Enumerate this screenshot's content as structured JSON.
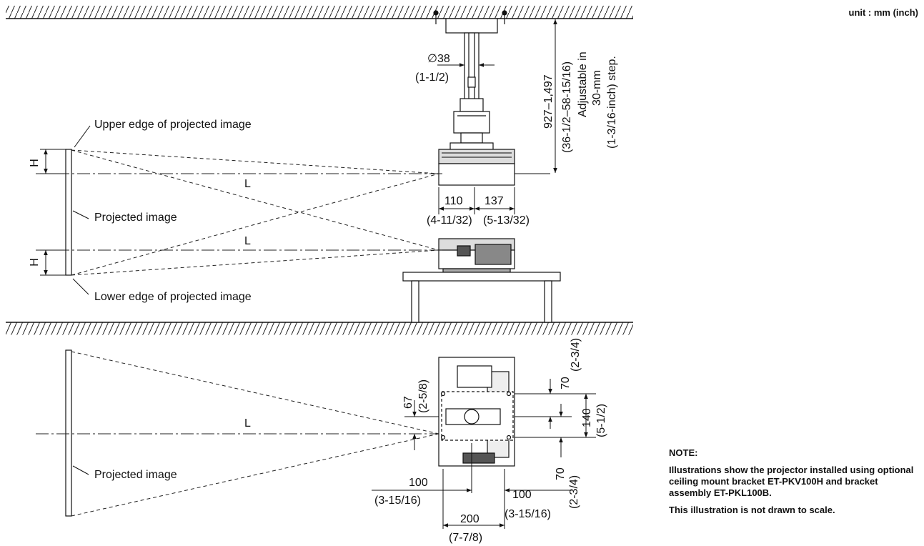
{
  "unit_label": "unit : mm (inch)",
  "labels": {
    "upper_edge": "Upper edge of projected image",
    "projected_image_top": "Projected image",
    "lower_edge": "Lower edge of projected image",
    "projected_image_bottom": "Projected image",
    "L": "L",
    "H": "H"
  },
  "dimensions": {
    "pole_dia": "∅38",
    "pole_dia_in": "(1-1/2)",
    "height_range": "927–1,497",
    "height_range_in": "(36-1/2–58-15/16)",
    "adjust_1": "Adjustable in",
    "adjust_2": "30-mm",
    "adjust_3": "(1-3/16-inch) step.",
    "w110": "110",
    "w110_in": "(4-11/32)",
    "w137": "137",
    "w137_in": "(5-13/32)",
    "d67": "67",
    "d67_in": "(2-5/8)",
    "d70a": "70",
    "d70a_in": "(2-3/4)",
    "d140": "140",
    "d140_in": "(5-1/2)",
    "d70b": "70",
    "d70b_in": "(2-3/4)",
    "d100a": "100",
    "d100a_in": "(3-15/16)",
    "d100b": "100",
    "d100b_in": "(3-15/16)",
    "d200": "200",
    "d200_in": "(7-7/8)"
  },
  "note": {
    "title": "NOTE:",
    "line1": "Illustrations show the projector installed using optional ceiling mount bracket ET-PKV100H and bracket assembly ET-PKL100B.",
    "line2": "This illustration is not drawn to scale."
  }
}
